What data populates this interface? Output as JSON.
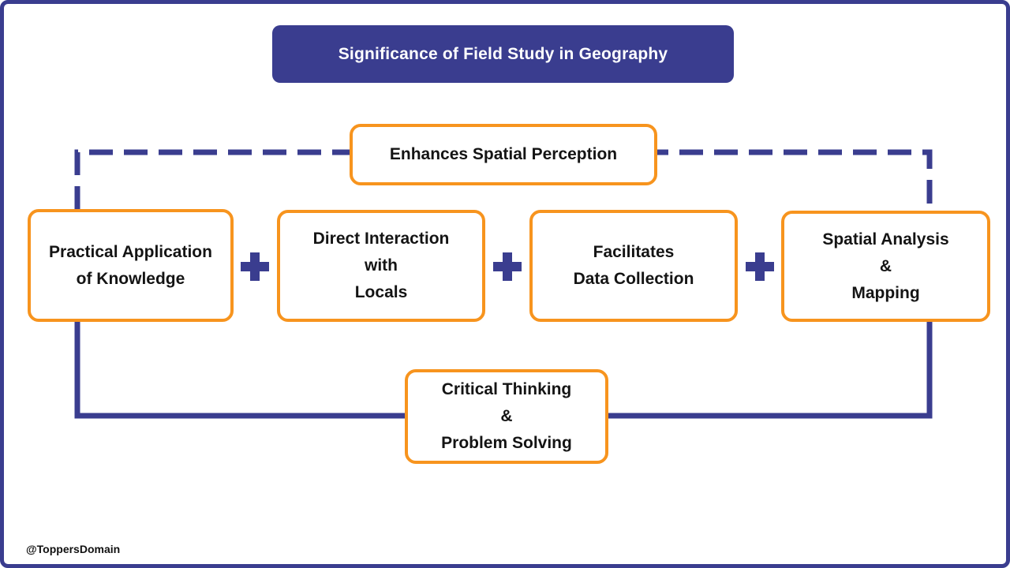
{
  "title": "Significance of Field Study in Geography",
  "watermark": "@ToppersDomain",
  "colors": {
    "navy": "#3A3D8F",
    "orange": "#F7941E",
    "text": "#141414",
    "bg": "#FFFFFF"
  },
  "diagram": {
    "top_item": {
      "label": "Enhances Spatial Perception"
    },
    "row_items": [
      {
        "lines": [
          "Practical Application",
          "of Knowledge"
        ]
      },
      {
        "lines": [
          "Direct Interaction",
          "with",
          "Locals"
        ]
      },
      {
        "lines": [
          "Facilitates",
          "Data Collection"
        ]
      },
      {
        "lines": [
          "Spatial Analysis",
          "&",
          "Mapping"
        ]
      }
    ],
    "bottom_item": {
      "lines": [
        "Critical Thinking",
        "&",
        "Problem Solving"
      ]
    },
    "connector": {
      "plus_symbol": "+"
    }
  }
}
